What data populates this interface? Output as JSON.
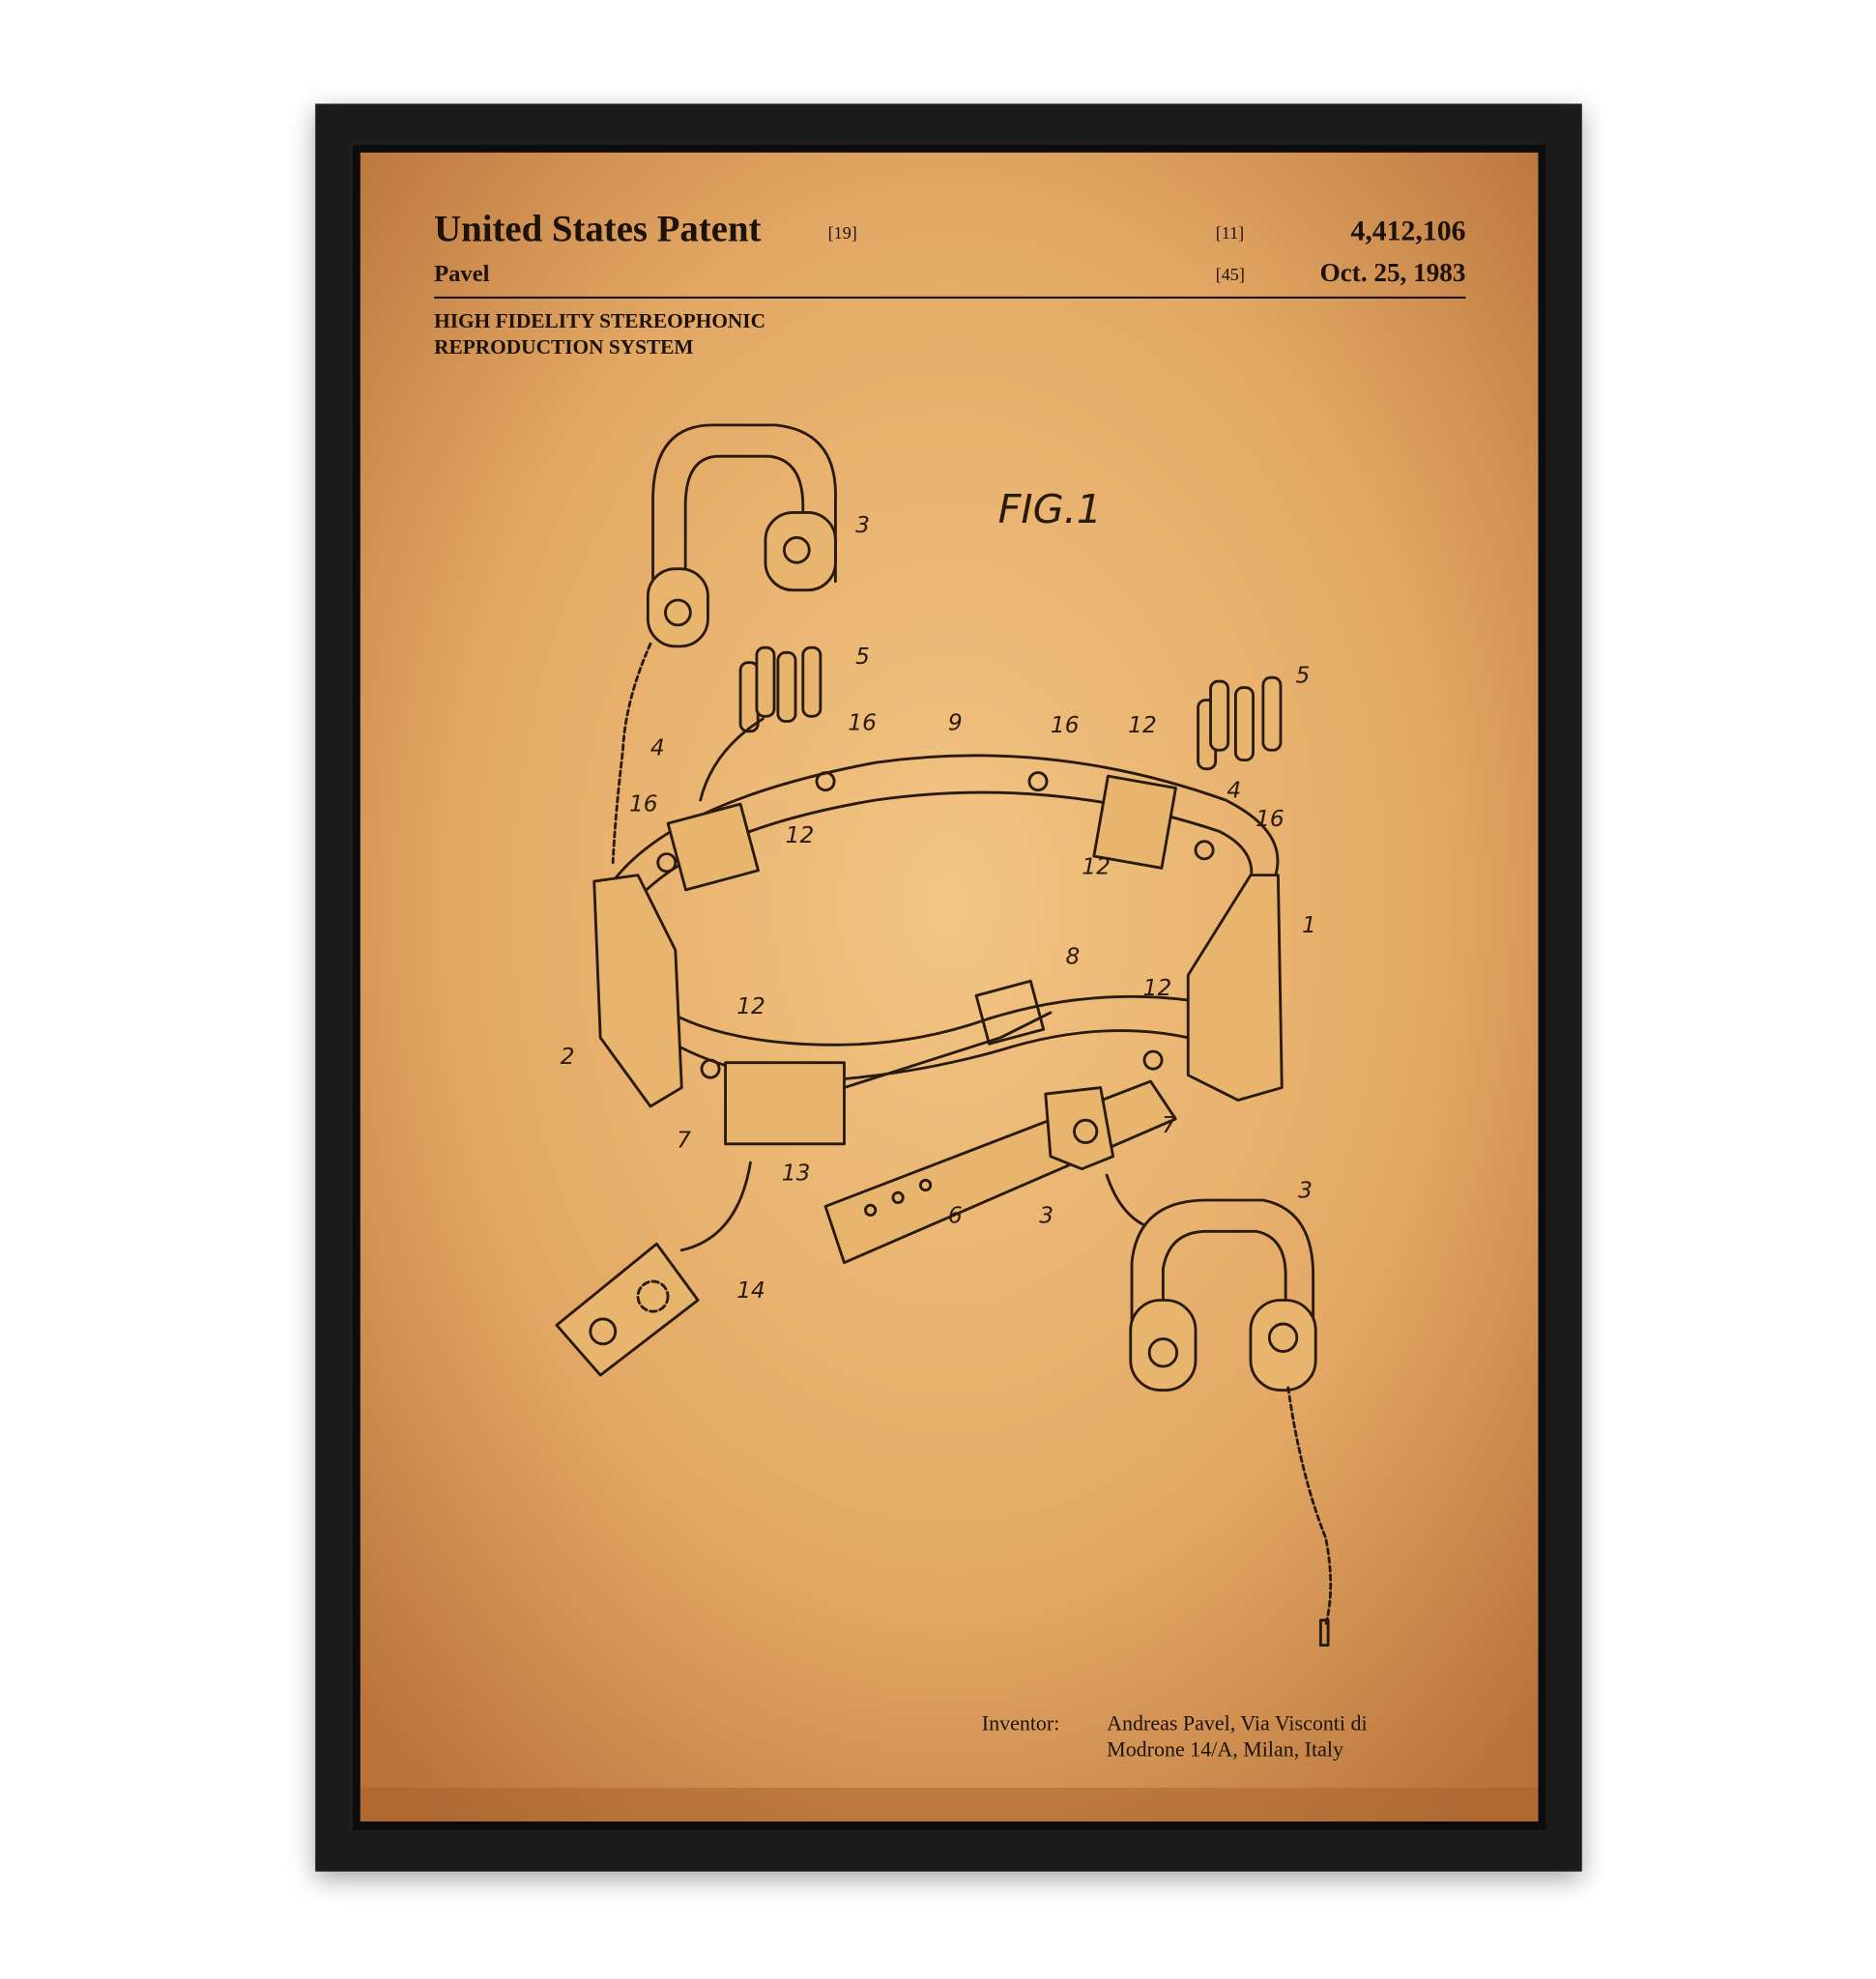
{
  "header": {
    "title": "United States Patent",
    "title_code": "[19]",
    "inventor_surname": "Pavel",
    "patent_number_code": "[11]",
    "patent_number": "4,412,106",
    "date_code": "[45]",
    "date": "Oct. 25, 1983",
    "subtitle_line1": "HIGH FIDELITY STEREOPHONIC",
    "subtitle_line2": "REPRODUCTION SYSTEM"
  },
  "figure": {
    "label": "FIG.1",
    "reference_numerals": [
      "3",
      "5",
      "5",
      "16",
      "9",
      "16",
      "12",
      "4",
      "4",
      "16",
      "16",
      "12",
      "12",
      "1",
      "8",
      "12",
      "12",
      "2",
      "7",
      "7",
      "13",
      "6",
      "3",
      "3",
      "14"
    ]
  },
  "footer": {
    "inventor_label": "Inventor:",
    "inventor_line1": "Andreas Pavel, Via Visconti di",
    "inventor_line2": "Modrone 14/A, Milan, Italy"
  },
  "colors": {
    "frame": "#1a1a1a",
    "paper": "#e3a865",
    "ink": "#2a1a0c"
  }
}
